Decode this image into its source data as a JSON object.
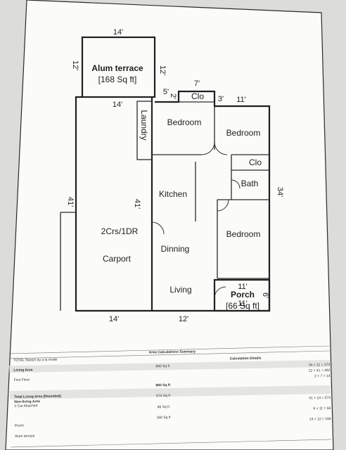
{
  "rooms": {
    "alum_terrace": "Alum terrace",
    "alum_terrace_area": "[168 Sq ft]",
    "laundry": "Laundry",
    "bedroom_1": "Bedroom",
    "bedroom_2": "Bedroom",
    "bedroom_3": "Bedroom",
    "closet_1": "Clo",
    "closet_2": "Clo",
    "bath": "Bath",
    "kitchen": "Kitchen",
    "carport_1": "2Crs/1DR",
    "carport_2": "Carport",
    "dinning": "Dinning",
    "living": "Living",
    "porch": "Porch",
    "porch_area": "[66 Sq ft]"
  },
  "dimensions": {
    "terrace_top": "14'",
    "terrace_left": "12'",
    "terrace_right": "12'",
    "terrace_bottom": "14'",
    "small_5": "5'",
    "small_2": "2'",
    "closet_top": "7'",
    "closet_side": "3'",
    "right_top": "11'",
    "right_side": "34'",
    "left_outer": "41'",
    "left_inner": "41'",
    "porch_top": "11'",
    "porch_bottom": "11'",
    "porch_side": "6'",
    "bottom_left": "14'",
    "bottom_mid": "12'"
  },
  "table": {
    "top_label": "TOTAL Sketch by a la mode",
    "title": "Area Calculations Summary",
    "col_calc": "Calculation Details",
    "rows": [
      {
        "label": "Living Area",
        "sub": "First Floor",
        "value": "880 Sq ft",
        "calc": [
          "34 × 11 = 374",
          "12 × 41 = 492",
          "2 × 7 = 14"
        ]
      },
      {
        "label": "Total Living Area (Rounded):",
        "sub": "",
        "value": "880 Sq ft",
        "calc": []
      },
      {
        "label": "Non-living Area",
        "sub": "2 Car Attached",
        "value": "574 Sq ft",
        "calc": [
          "41 × 14 = 574"
        ]
      },
      {
        "label": "",
        "sub": "",
        "value": "66 Sq ft",
        "calc": [
          "6 × 11 = 66"
        ]
      },
      {
        "label": "",
        "sub": "Porch",
        "value": "168 Sq ft",
        "calc": [
          "14 × 12 = 168"
        ]
      },
      {
        "label": "",
        "sub": "Alum terrace",
        "value": "",
        "calc": []
      }
    ]
  }
}
